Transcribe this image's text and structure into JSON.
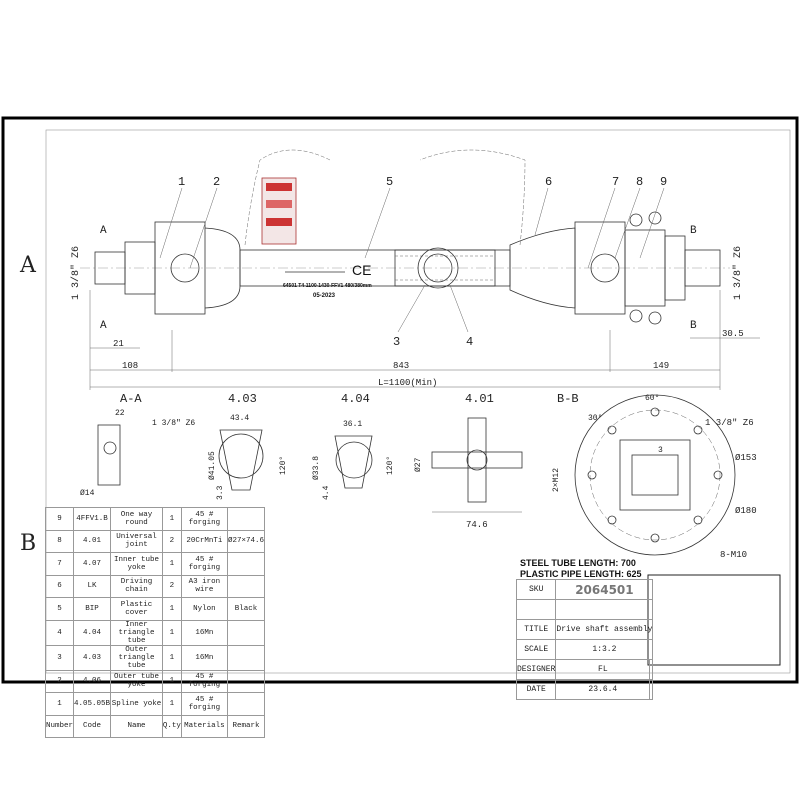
{
  "zones": {
    "a": "A",
    "b": "B"
  },
  "callouts": [
    "1",
    "2",
    "3",
    "4",
    "5",
    "6",
    "7",
    "8",
    "9"
  ],
  "section_marks": {
    "a_top": "A",
    "a_bottom": "A",
    "b_top": "B",
    "b_bottom": "B"
  },
  "spline_left": "1 3/8\" Z6",
  "spline_right": "1 3/8\" Z6",
  "dims": {
    "d21": "21",
    "d108": "108",
    "d843": "843",
    "d149": "149",
    "d30_5": "30.5",
    "total": "L=1100(Min)"
  },
  "label": {
    "code": "64501 T4-1100-1430-FFV1 480/380mm",
    "date": "05-2023",
    "ce": "CE"
  },
  "views": {
    "aa": {
      "title": "A-A",
      "w": "22",
      "spline": "1 3/8\" Z6",
      "dia": "Ø14"
    },
    "v403": {
      "title": "4.03",
      "w": "43.4",
      "dia": "Ø41.05",
      "h": "3.3",
      "ang": "120°"
    },
    "v404": {
      "title": "4.04",
      "w": "36.1",
      "dia": "Ø33.8",
      "h": "4.4",
      "ang": "120°"
    },
    "v401": {
      "title": "4.01",
      "dia": "Ø27",
      "len": "74.6"
    },
    "bb": {
      "title": "B-B",
      "ang60": "60°",
      "ang30": "30°",
      "spline": "1 3/8\" Z6",
      "d3": "3",
      "m12": "2×M12",
      "d153": "Ø153",
      "d180": "Ø180",
      "m10": "8-M10"
    }
  },
  "parts": {
    "header": [
      "Number",
      "Code",
      "Name",
      "Q.ty",
      "Materials",
      "Remark"
    ],
    "rows": [
      [
        "9",
        "4FFV1.B",
        "One way round",
        "1",
        "45 # forging",
        ""
      ],
      [
        "8",
        "4.01",
        "Universal joint",
        "2",
        "20CrMnTi",
        "Ø27×74.6"
      ],
      [
        "7",
        "4.07",
        "Inner tube yoke",
        "1",
        "45 # forging",
        ""
      ],
      [
        "6",
        "LK",
        "Driving chain",
        "2",
        "A3 iron wire",
        ""
      ],
      [
        "5",
        "BIP",
        "Plastic cover",
        "1",
        "Nylon",
        "Black"
      ],
      [
        "4",
        "4.04",
        "Inner triangle tube",
        "1",
        "16Mn",
        ""
      ],
      [
        "3",
        "4.03",
        "Outer triangle tube",
        "1",
        "16Mn",
        ""
      ],
      [
        "2",
        "4.06",
        "Outer tube yoke",
        "1",
        "45 # forging",
        ""
      ],
      [
        "1",
        "4.05.05B",
        "Spline yoke",
        "1",
        "45 # forging",
        ""
      ]
    ]
  },
  "notes": {
    "steel": "STEEL TUBE LENGTH: 700",
    "plastic": "PLASTIC PIPE LENGTH: 625"
  },
  "title_block": {
    "sku_label": "SKU",
    "sku": "2064501",
    "title_label": "TITLE",
    "title": "Drive shaft assembly",
    "scale_label": "SCALE",
    "scale": "1:3.2",
    "designer_label": "DESIGNER",
    "designer": "FL",
    "date_label": "DATE",
    "date": "23.6.4"
  }
}
